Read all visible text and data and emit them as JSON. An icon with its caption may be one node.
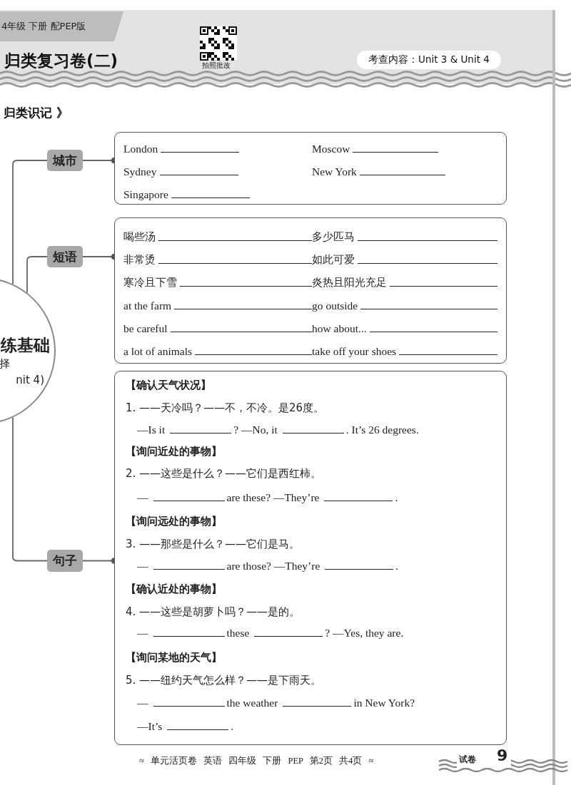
{
  "diagram": {
    "title": "归类复习卷(二)",
    "nodes": [
      {
        "text": [
          "练基础",
          "择",
          "nit 4)"
        ]
      },
      {
        "text": [
          "城市"
        ]
      },
      {
        "text": [
          "短语"
        ]
      },
      {
        "text": [
          "句子"
        ]
      },
      {
        "text": [
          "London",
          "Moscow",
          "Sydney",
          "New York",
          "Singapore"
        ]
      },
      {
        "text": [
          "喝些汤",
          "多少匹马",
          "非常烫",
          "如此可爱",
          "寒冷且下雪",
          "炎热且阳光充足",
          "at the farm",
          "go outside",
          "be careful",
          "how about...",
          "a lot of animals",
          "take off your shoes"
        ]
      },
      {
        "text": [
          "【确认天气状况】",
          "1. ——天冷吗？——不，不冷。是26度。",
          "—Is it",
          "? —No, it",
          ". It’s 26 degrees.",
          "【询问近处的事物】",
          "2. ——这些是什么？——它们是西红柿。",
          "—",
          "are these? —They’re",
          ".",
          "【询问远处的事物】",
          "3. ——那些是什么？——它们是马。",
          "—",
          "are those? —They’re",
          ".",
          "【确认近处的事物】",
          "4. ——这些是胡萝卜吗？——是的。",
          "—",
          "these",
          "? —Yes, they are.",
          "【询问某地的天气】",
          "5. ——纽约天气怎么样？——是下雨天。",
          "—",
          "the weather",
          "in New York?",
          "—It’s",
          "."
        ]
      }
    ],
    "edges": [
      {
        "from": 0,
        "to": 1,
        "arrow": "none"
      },
      {
        "from": 0,
        "to": 2,
        "arrow": "none"
      },
      {
        "from": 0,
        "to": 3,
        "arrow": "none"
      },
      {
        "from": 1,
        "to": 4,
        "arrow": "other"
      },
      {
        "from": 2,
        "to": 5,
        "arrow": "other"
      },
      {
        "from": 3,
        "to": 6,
        "arrow": "other"
      }
    ],
    "labels": [
      "4年级 下册 配PEP版",
      "拍照批改",
      "考查内容：Unit 3 & Unit 4",
      "归类识记 》",
      "≈ 单元活页卷 英语 四年级 下册 PEP 第2页 共4页 ≈",
      "试卷",
      "9"
    ]
  }
}
